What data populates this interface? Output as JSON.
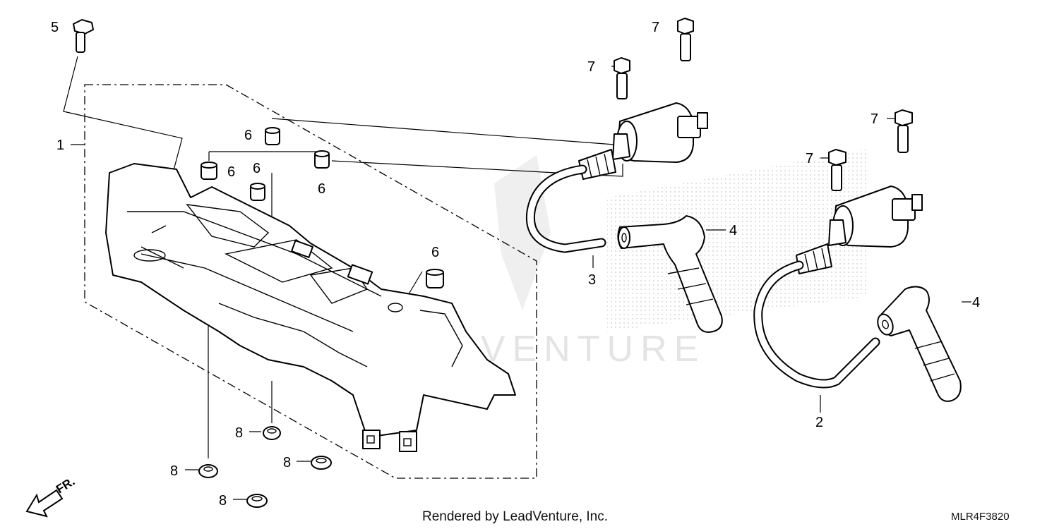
{
  "diagram": {
    "callouts": [
      {
        "id": "c1",
        "text": "1"
      },
      {
        "id": "c2",
        "text": "2"
      },
      {
        "id": "c3",
        "text": "3"
      },
      {
        "id": "c4a",
        "text": "4"
      },
      {
        "id": "c4b",
        "text": "4"
      },
      {
        "id": "c5",
        "text": "5"
      },
      {
        "id": "c6a",
        "text": "6"
      },
      {
        "id": "c6b",
        "text": "6"
      },
      {
        "id": "c6c",
        "text": "6"
      },
      {
        "id": "c6d",
        "text": "6"
      },
      {
        "id": "c6e",
        "text": "6"
      },
      {
        "id": "c7a",
        "text": "7"
      },
      {
        "id": "c7b",
        "text": "7"
      },
      {
        "id": "c7c",
        "text": "7"
      },
      {
        "id": "c7d",
        "text": "7"
      },
      {
        "id": "c8a",
        "text": "8"
      },
      {
        "id": "c8b",
        "text": "8"
      },
      {
        "id": "c8c",
        "text": "8"
      },
      {
        "id": "c8d",
        "text": "8"
      }
    ],
    "front_arrow_label": "FR.",
    "watermark": "LEADVENTURE"
  },
  "footer": {
    "credit": "Rendered by LeadVenture, Inc.",
    "diagram_code": "MLR4F3820"
  },
  "colors": {
    "line": "#000000",
    "background": "#ffffff",
    "watermark": "#e4e4e4"
  }
}
